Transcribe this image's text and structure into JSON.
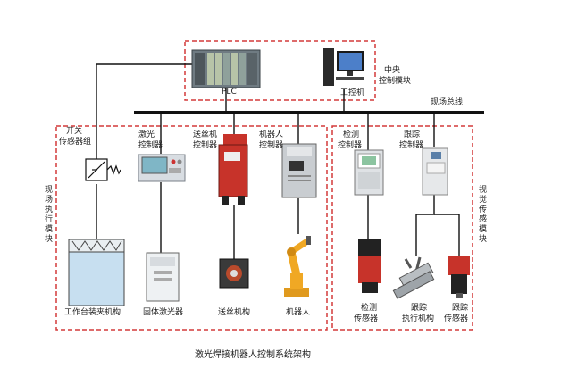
{
  "central_module": {
    "title_line1": "中央",
    "title_line2": "控制模块",
    "plc_label": "PLC",
    "ipc_label": "工控机"
  },
  "fieldbus_label": "现场总线",
  "exec_module": {
    "side_label": "现场执行模块",
    "controllers": [
      {
        "line1": "开关",
        "line2": "传感器组"
      },
      {
        "line1": "激光",
        "line2": "控制器"
      },
      {
        "line1": "送丝机",
        "line2": "控制器"
      },
      {
        "line1": "机器人",
        "line2": "控制器"
      }
    ],
    "devices": [
      "工作台装夹机构",
      "固体激光器",
      "送丝机构",
      "机器人"
    ]
  },
  "vision_module": {
    "side_label": "视觉传感模块",
    "controllers": [
      {
        "line1": "检测",
        "line2": "控制器"
      },
      {
        "line1": "跟踪",
        "line2": "控制器"
      }
    ],
    "devices": [
      {
        "line1": "检测",
        "line2": "传感器"
      },
      {
        "line1": "跟踪",
        "line2": "执行机构"
      },
      {
        "line1": "跟踪",
        "line2": "传感器"
      }
    ]
  },
  "caption": "激光焊接机器人控制系统架构",
  "colors": {
    "dash": "#d43a3a",
    "line": "#111111"
  }
}
